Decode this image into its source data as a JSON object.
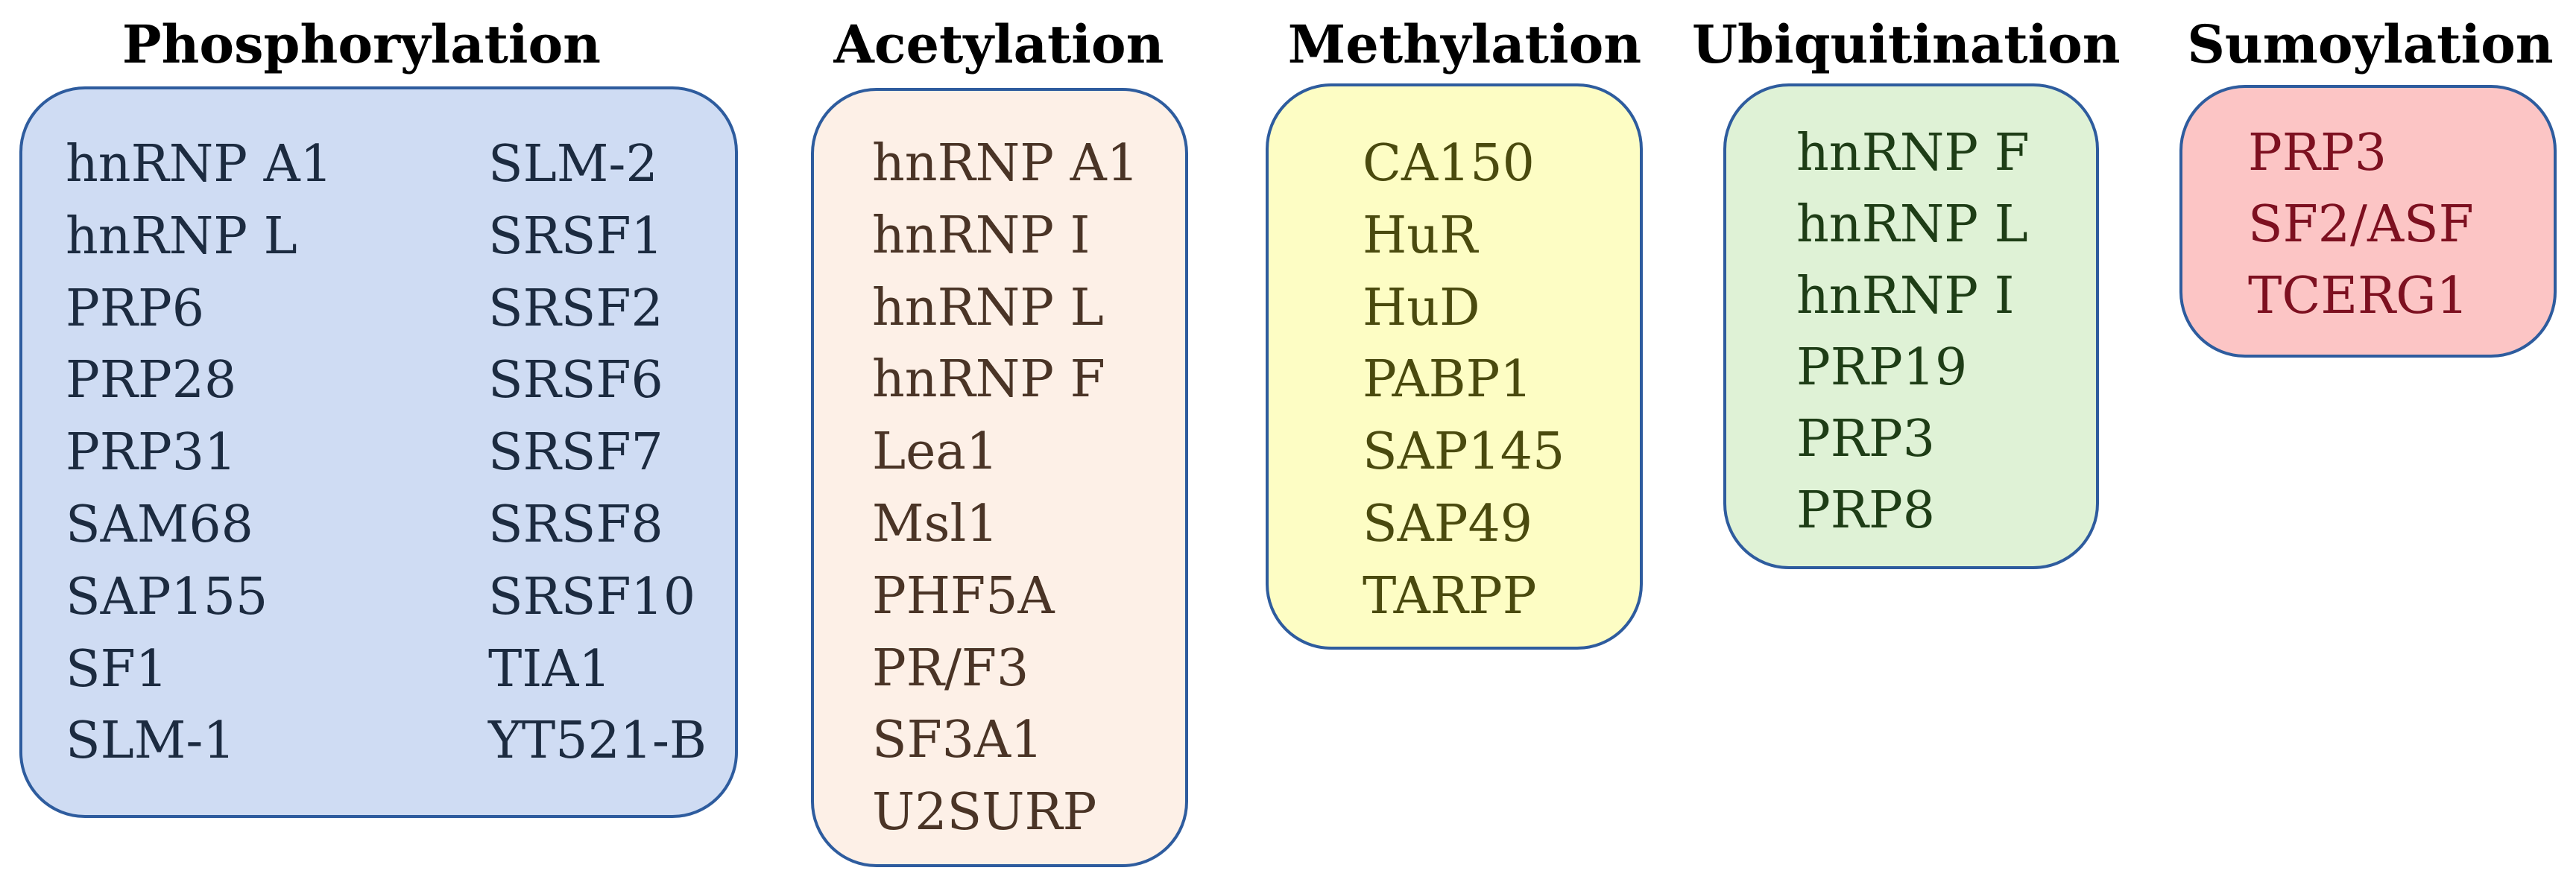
{
  "colors": {
    "border": "#2e5c9e",
    "phosphorylation_fill": "#cfdcf3",
    "phosphorylation_text": "#1c2b40",
    "acetylation_fill": "#fdf0e7",
    "acetylation_text": "#4a3426",
    "methylation_fill": "#fdfdc4",
    "methylation_text": "#4a4a0e",
    "ubiquitination_fill": "#dff2d6",
    "ubiquitination_text": "#1e3d16",
    "sumoylation_fill": "#fcc5c5",
    "sumoylation_text": "#7d1020"
  },
  "groups": [
    {
      "title": "Phosphorylation",
      "columns": [
        [
          "hnRNP A1",
          "hnRNP L",
          "PRP6",
          "PRP28",
          "PRP31",
          "SAM68",
          "SAP155",
          "SF1",
          "SLM-1"
        ],
        [
          "SLM-2",
          "SRSF1",
          "SRSF2",
          "SRSF6",
          "SRSF7",
          "SRSF8",
          "SRSF10",
          "TIA1",
          "YT521-B"
        ]
      ]
    },
    {
      "title": "Acetylation",
      "columns": [
        [
          "hnRNP A1",
          "hnRNP I",
          "hnRNP L",
          "hnRNP F",
          "Lea1",
          "Msl1",
          "PHF5A",
          "PR/F3",
          "SF3A1",
          "U2SURP"
        ]
      ]
    },
    {
      "title": "Methylation",
      "columns": [
        [
          "CA150",
          "HuR",
          "HuD",
          "PABP1",
          "SAP145",
          "SAP49",
          "TARPP"
        ]
      ]
    },
    {
      "title": "Ubiquitination",
      "columns": [
        [
          "hnRNP F",
          "hnRNP L",
          "hnRNP I",
          "PRP19",
          "PRP3",
          "PRP8"
        ]
      ]
    },
    {
      "title": "Sumoylation",
      "columns": [
        [
          "PRP3",
          "SF2/ASF",
          "TCERG1"
        ]
      ]
    }
  ]
}
